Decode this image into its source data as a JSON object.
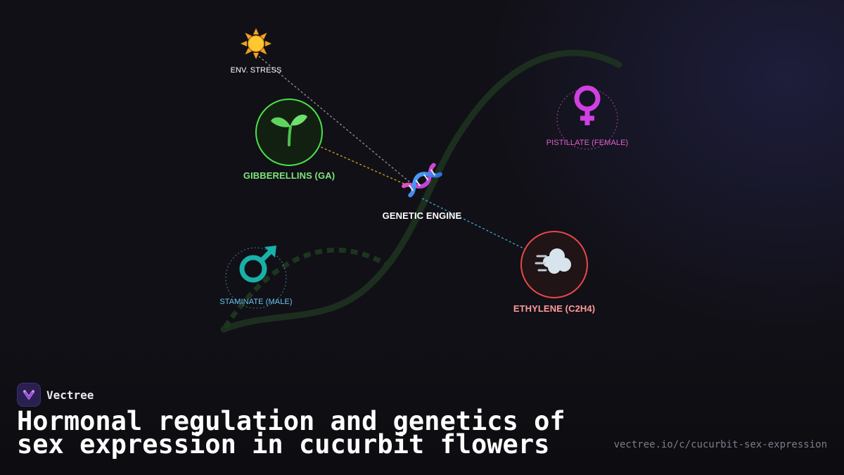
{
  "nodes": {
    "env_stress": {
      "label": "ENV. STRESS",
      "icon": "sun-icon",
      "color": "#ffffff"
    },
    "gibberellins": {
      "label": "GIBBERELLINS (GA)",
      "icon": "seedling-icon",
      "color": "#7ee57a"
    },
    "genetic_engine": {
      "label": "GENETIC ENGINE",
      "icon": "dna-icon",
      "color": "#ffffff"
    },
    "pistillate": {
      "label": "PISTILLATE (FEMALE)",
      "icon": "female-symbol-icon",
      "color": "#e060c8"
    },
    "staminate": {
      "label": "STAMINATE (MALE)",
      "icon": "male-symbol-icon",
      "color": "#6ac4f0"
    },
    "ethylene": {
      "label": "ETHYLENE (C2H4)",
      "icon": "wind-icon",
      "color": "#ff9a9a"
    }
  },
  "brand": {
    "name": "Vectree"
  },
  "title": "Hormonal regulation and genetics of sex expression in cucurbit flowers",
  "url": "vectree.io/c/cucurbit-sex-expression",
  "colors": {
    "background": "#111016",
    "ga_ring": "#4ae24a",
    "ethylene_ring": "#e84848",
    "female": "#e060c8",
    "male": "#6ac4f0",
    "curve": "#1f3520"
  }
}
